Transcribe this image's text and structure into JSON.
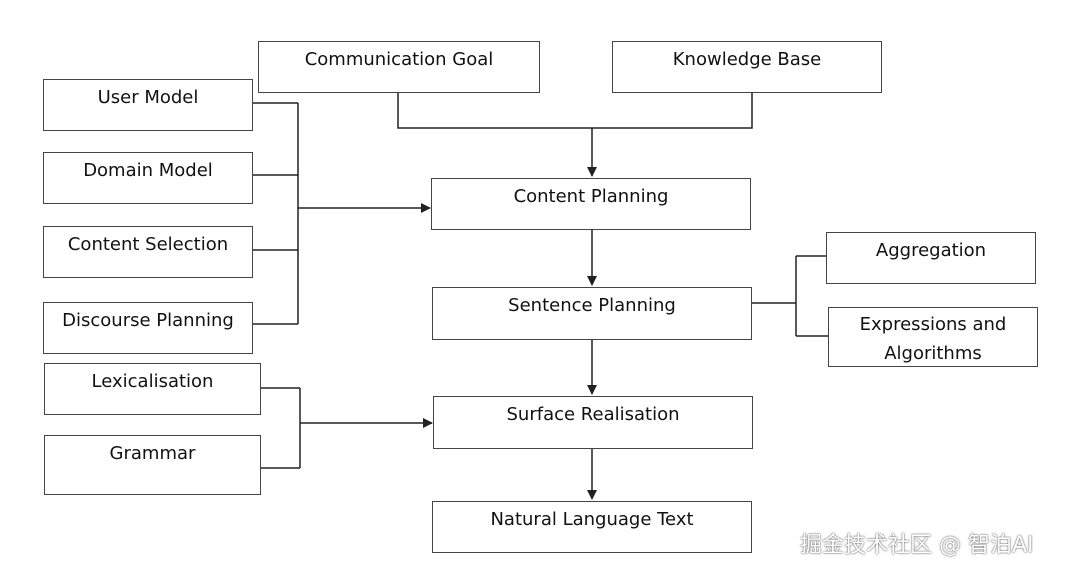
{
  "nodes": {
    "communication_goal": "Communication Goal",
    "knowledge_base": "Knowledge Base",
    "user_model": "User Model",
    "domain_model": "Domain Model",
    "content_selection": "Content Selection",
    "discourse_planning": "Discourse Planning",
    "content_planning": "Content Planning",
    "sentence_planning": "Sentence Planning",
    "aggregation": "Aggregation",
    "expressions_and_algorithms": [
      "Expressions and",
      "Algorithms"
    ],
    "lexicalisation": "Lexicalisation",
    "grammar": "Grammar",
    "surface_realisation": "Surface Realisation",
    "natural_language_text": "Natural Language Text"
  },
  "watermark": "掘金技术社区 @ 智泊AI",
  "colors": {
    "line": "#222222",
    "box_border": "#444444",
    "text": "#111111"
  }
}
